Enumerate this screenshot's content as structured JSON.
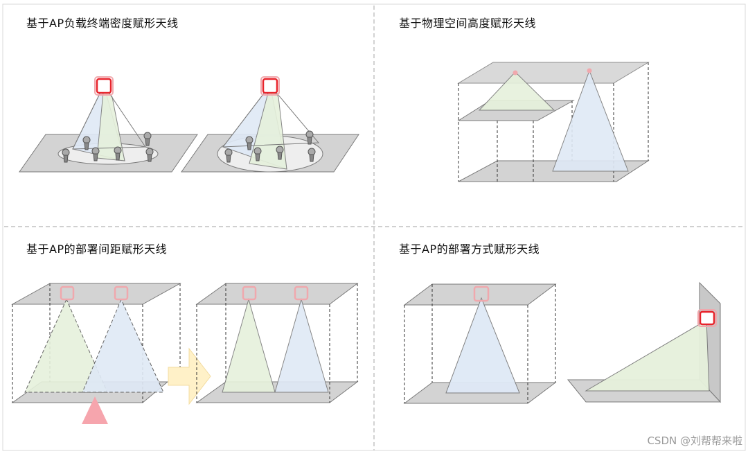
{
  "panels": {
    "top_left": {
      "title": "基于AP负载终端密度赋形天线"
    },
    "top_right": {
      "title": "基于物理空间高度赋形天线"
    },
    "bottom_left": {
      "title": "基于AP的部署间距赋形天线"
    },
    "bottom_right": {
      "title": "基于AP的部署方式赋形天线"
    }
  },
  "watermark": "CSDN @刘帮帮来啦",
  "colors": {
    "divider": "#b5b5b5",
    "plane_fill": "#d3d3d3",
    "plane_stroke": "#7a7a7a",
    "ap_red": "#e8232b",
    "ap_pale": "#f0a8ad",
    "green_cone": "#e6f1dc",
    "blue_cone": "#dfe9f6",
    "yellow_arrow": "#fff1c8",
    "pink_triangle": "#f6a5ad"
  }
}
